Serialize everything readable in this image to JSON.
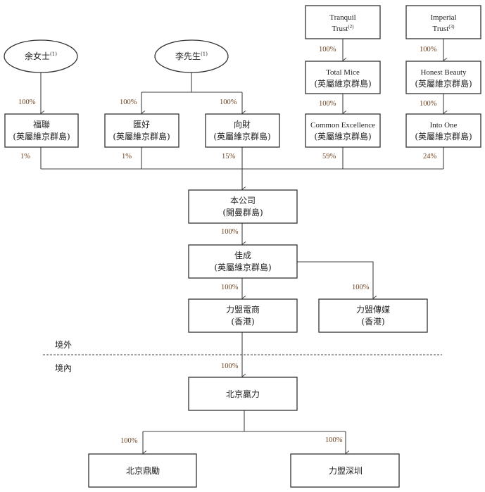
{
  "colors": {
    "percent": "#6e4320",
    "line": "#444444",
    "text": "#222222"
  },
  "shareholders": {
    "ms_yu": {
      "name": "余女士",
      "note": "(1)"
    },
    "mr_li": {
      "name": "李先生",
      "note": "(1)"
    },
    "tranquil": {
      "line1": "Tranquil",
      "line2": "Trust",
      "note": "(2)"
    },
    "imperial": {
      "line1": "Imperial",
      "line2": "Trust",
      "note": "(3)"
    }
  },
  "entities": {
    "fulian": {
      "name": "福聯",
      "place": "(英屬維京群島)"
    },
    "huihao": {
      "name": "匯好",
      "place": "(英屬維京群島)"
    },
    "xiangcai": {
      "name": "向財",
      "place": "(英屬維京群島)"
    },
    "total_mice": {
      "name": "Total Mice",
      "place": "(英屬維京群島)"
    },
    "common_excellence": {
      "name": "Common Excellence",
      "place": "(英屬維京群島)"
    },
    "honest_beauty": {
      "name": "Honest Beauty",
      "place": "(英屬維京群島)"
    },
    "into_one": {
      "name": "Into One",
      "place": "(英屬維京群島)"
    },
    "company": {
      "name": "本公司",
      "place": "(開曼群島)"
    },
    "jiacheng": {
      "name": "佳成",
      "place": "(英屬維京群島)"
    },
    "limeng_ecom": {
      "name": "力盟電商",
      "place": "(香港)"
    },
    "limeng_media": {
      "name": "力盟傳媒",
      "place": "(香港)"
    },
    "beijing_yingli": {
      "name": "北京贏力"
    },
    "beijing_dingli": {
      "name": "北京鼎勵"
    },
    "limeng_shenzhen": {
      "name": "力盟深圳"
    }
  },
  "percentages": {
    "yu_fulian": "100%",
    "li_huihao": "100%",
    "li_xiangcai": "100%",
    "tranquil_totalmice": "100%",
    "totalmice_ce": "100%",
    "imperial_honest": "100%",
    "honest_intoone": "100%",
    "fulian_company": "1%",
    "huihao_company": "1%",
    "xiangcai_company": "15%",
    "ce_company": "59%",
    "intoone_company": "24%",
    "company_jiacheng": "100%",
    "jiacheng_ecom": "100%",
    "jiacheng_media": "100%",
    "ecom_yingli": "100%",
    "yingli_dingli": "100%",
    "yingli_shenzhen": "100%"
  },
  "zones": {
    "offshore": "境外",
    "onshore": "境內"
  }
}
